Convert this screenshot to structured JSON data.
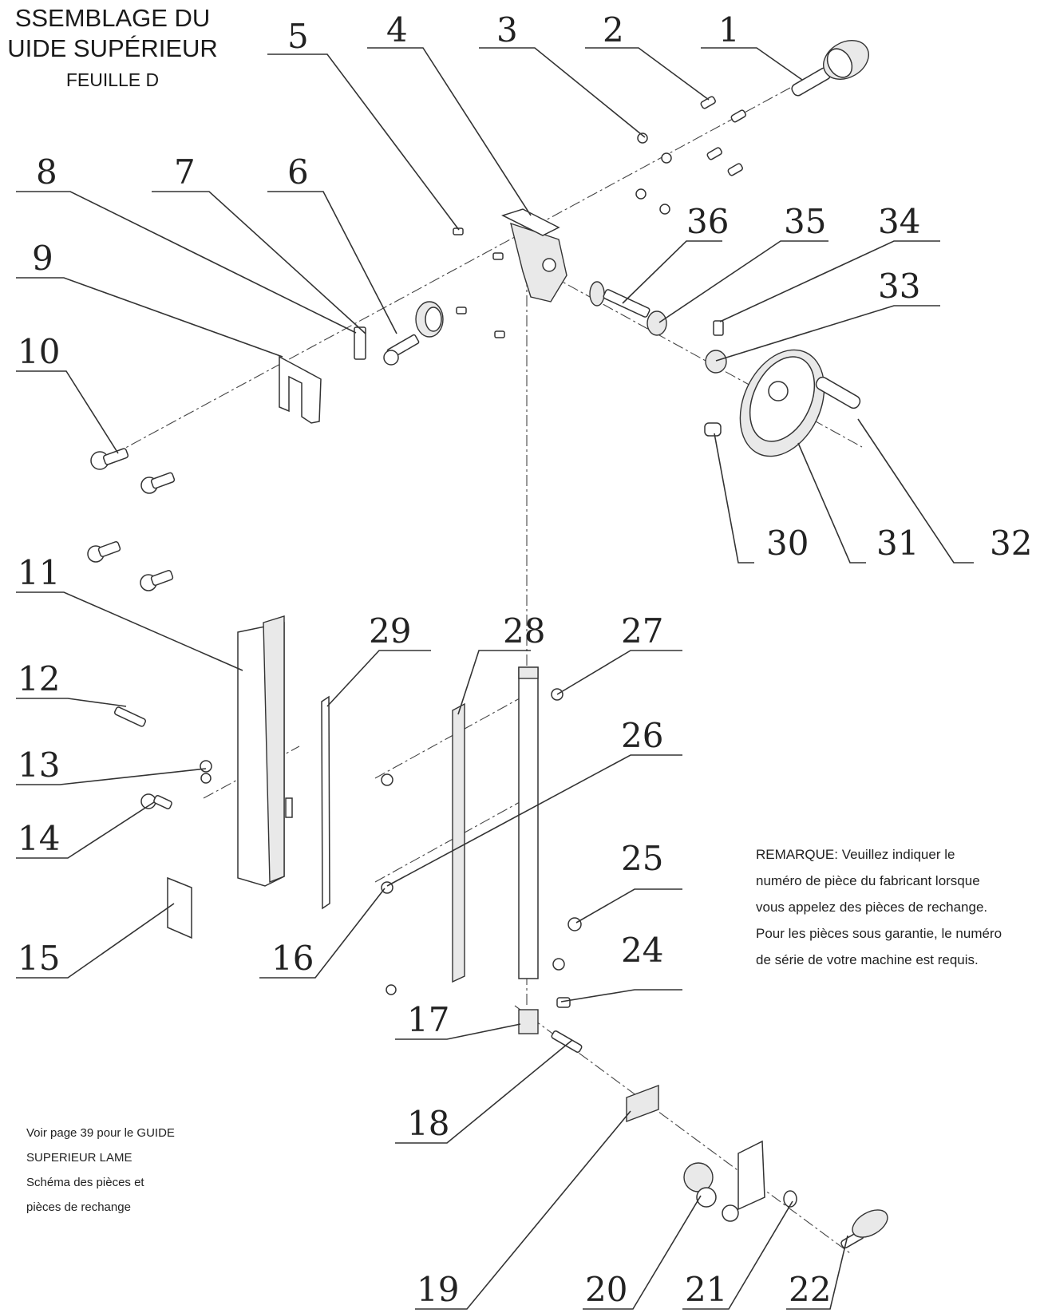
{
  "title": {
    "line1": "SSEMBLAGE DU",
    "line2": "UIDE SUPÉRIEUR",
    "sheet": "FEUILLE D"
  },
  "callouts": [
    "1",
    "2",
    "3",
    "4",
    "5",
    "6",
    "7",
    "8",
    "9",
    "10",
    "11",
    "12",
    "13",
    "14",
    "15",
    "16",
    "17",
    "18",
    "19",
    "20",
    "21",
    "22",
    "24",
    "25",
    "26",
    "27",
    "28",
    "29",
    "30",
    "31",
    "32",
    "33",
    "34",
    "35",
    "36"
  ],
  "note": {
    "label": "REMARQUE:",
    "lines": [
      " Veuillez indiquer le",
      "numéro de pièce du fabricant lorsque",
      "vous appelez des pièces de rechange.",
      "Pour les pièces sous garantie, le numéro",
      "de série de votre machine est requis."
    ]
  },
  "reference": {
    "lines": [
      "Voir page 39 pour le GUIDE",
      "SUPERIEUR LAME",
      "Schéma des pièces et",
      "pièces de rechange"
    ]
  }
}
